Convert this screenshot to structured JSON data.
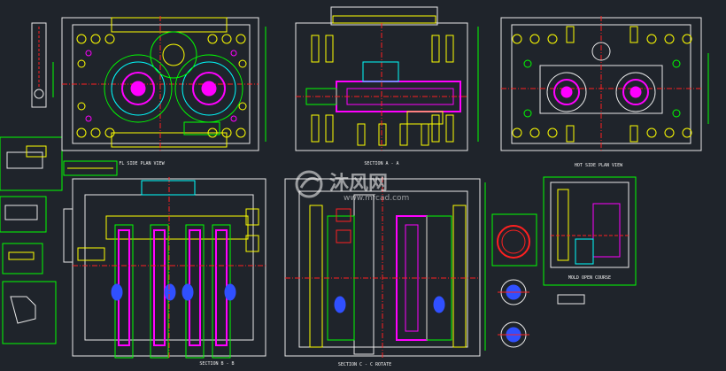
{
  "views": {
    "fixed_side_plan": "FL SIDE PLAN VIEW",
    "section_a": "SECTION A - A",
    "moving_side_plan": "HOT SIDE PLAN VIEW",
    "section_b": "SECTION B - B",
    "section_c": "SECTION C - C ROTATE",
    "mold_open": "MOLD OPEN COURSE"
  },
  "watermark": {
    "brand": "沐风网",
    "url": "www.mfcad.com"
  },
  "colors": {
    "background": "#1f242b",
    "outline_white": "#e8e8e8",
    "yellow": "#ffff00",
    "green": "#00ff00",
    "cyan": "#00ffff",
    "magenta": "#ff00ff",
    "red": "#ff2020",
    "blue": "#3050ff"
  }
}
